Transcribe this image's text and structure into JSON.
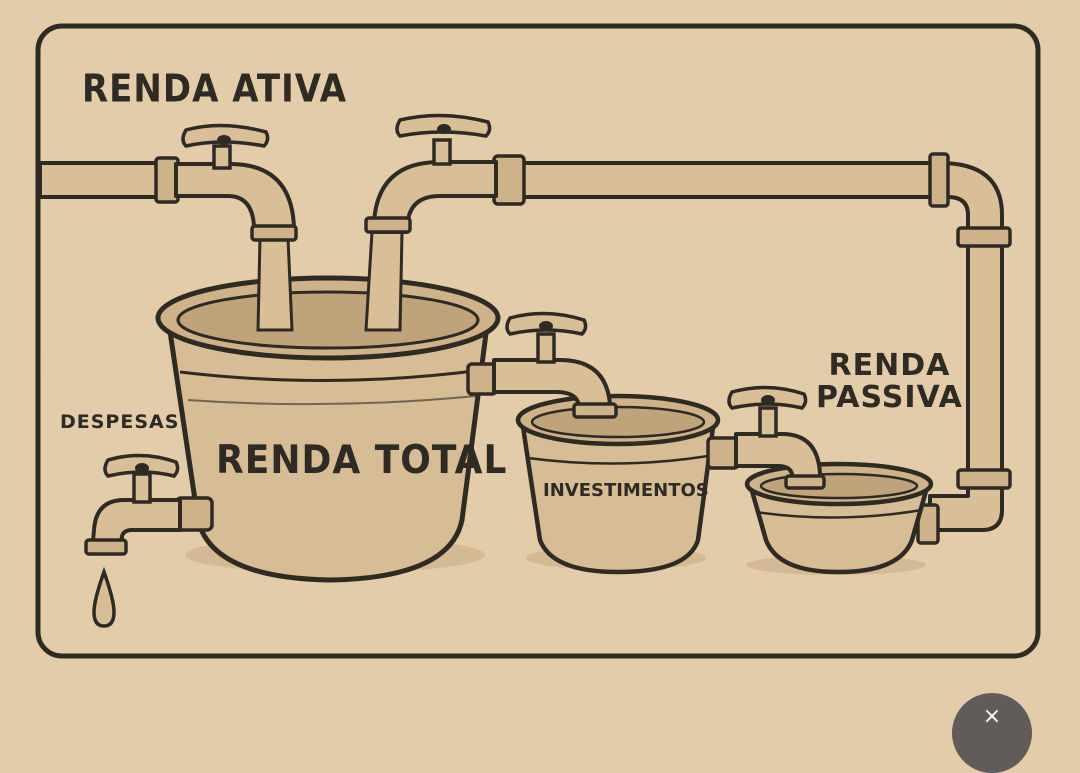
{
  "labels": {
    "renda_ativa": "RENDA ATIVA",
    "renda_total": "RENDA TOTAL",
    "despesas": "DESPESAS",
    "investimentos": "INVESTIMENTOS",
    "renda_passiva_line1": "RENDA",
    "renda_passiva_line2": "PASSIVA"
  },
  "overlay": {
    "close_icon": "×"
  },
  "colors": {
    "background": "#e3ccaa",
    "ink": "#2e2a24",
    "pipe_fill": "#d8bf98",
    "bucket_fill": "#d6bd95",
    "water": "#cdb28a"
  }
}
